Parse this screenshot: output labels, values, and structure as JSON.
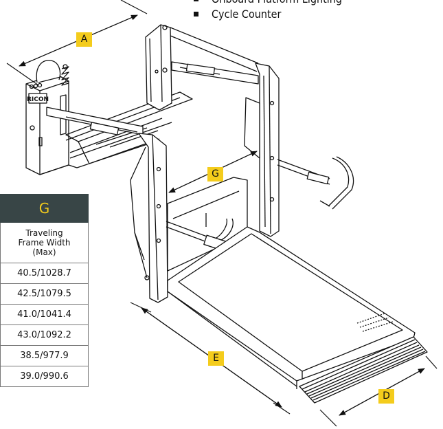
{
  "features": [
    "Onboard Platform Lighting",
    "Cycle Counter"
  ],
  "dimension_labels": {
    "a": "A",
    "g": "G",
    "e": "E",
    "d": "D"
  },
  "control_box_label": "RICON",
  "table": {
    "header": "G",
    "description": "Traveling\nFrame Width\n(Max)",
    "rows": [
      "40.5/1028.7",
      "42.5/1079.5",
      "41.0/1041.4",
      "43.0/1092.2",
      "38.5/977.9",
      "39.0/990.6"
    ]
  },
  "colors": {
    "label_yellow": "#f4cc1c",
    "table_header": "#384546",
    "line": "#111111"
  }
}
